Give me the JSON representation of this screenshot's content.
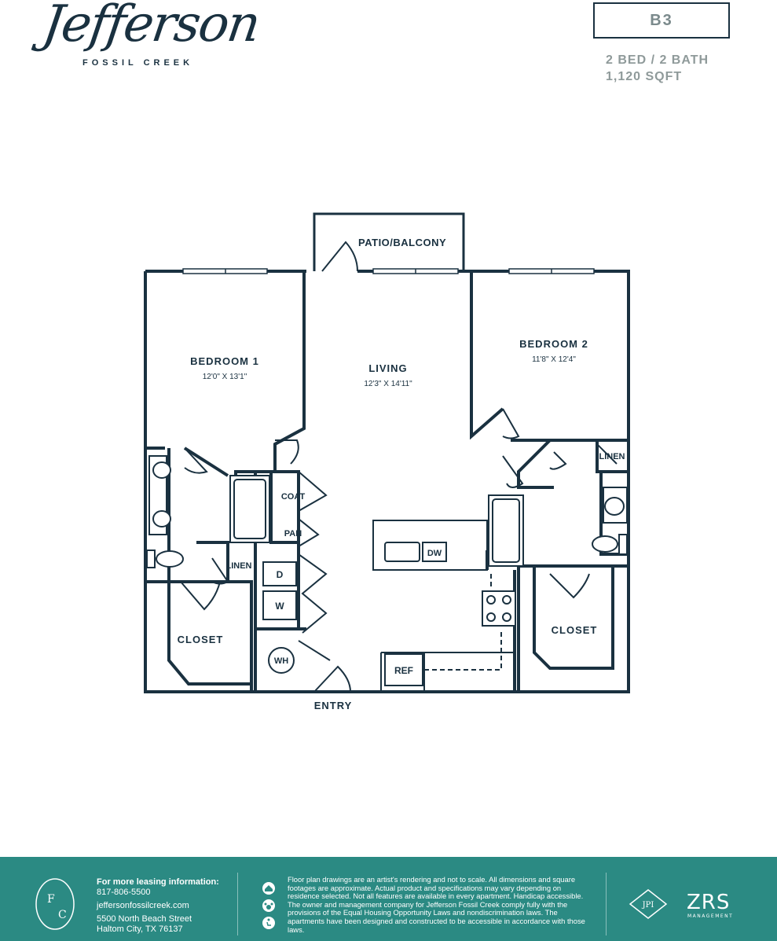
{
  "brand": {
    "name_script": "Jefferson",
    "name_sub": "FOSSIL CREEK"
  },
  "unit": {
    "code": "B3",
    "beds_baths": "2 BED / 2 BATH",
    "sqft": "1,120 SQFT"
  },
  "rooms": {
    "patio": "PATIO/BALCONY",
    "bedroom1": {
      "name": "BEDROOM 1",
      "dims": "12'0\" X 13'1\""
    },
    "living": {
      "name": "LIVING",
      "dims": "12'3\" X 14'11\""
    },
    "bedroom2": {
      "name": "BEDROOM 2",
      "dims": "11'8\" X 12'4\""
    },
    "coat": "COAT",
    "pan": "PAN",
    "linen1": "LINEN",
    "linen2": "LINEN",
    "closet1": "CLOSET",
    "closet2": "CLOSET",
    "dryer": "D",
    "washer": "W",
    "water_heater": "WH",
    "dishwasher": "DW",
    "refrigerator": "REF",
    "entry": "ENTRY"
  },
  "footer": {
    "fc_letter1": "F",
    "fc_letter2": "C",
    "leasing_heading": "For more leasing information:",
    "phone": "817-806-5500",
    "website": "jeffersonfossilcreek.com",
    "address1": "5500 North Beach Street",
    "address2": "Haltom City, TX 76137",
    "disclaimer": "Floor plan drawings are an artist's rendering and not to scale. All dimensions and square footages are approximate. Actual product and specifications may vary depending on residence selected. Not all features are available in every apartment. Handicap accessible. The owner and management company for Jefferson Fossil Creek comply fully with the provisions of the Equal Housing Opportunity Laws and nondiscrimination laws. The apartments have been designed and constructed to be accessible in accordance with those laws.",
    "jpi": "JPI",
    "zrs": "ZRS",
    "zrs_sub": "MANAGEMENT"
  },
  "colors": {
    "ink": "#1a3140",
    "footer_bg": "#2b8a83",
    "muted": "#8f9a9a"
  }
}
